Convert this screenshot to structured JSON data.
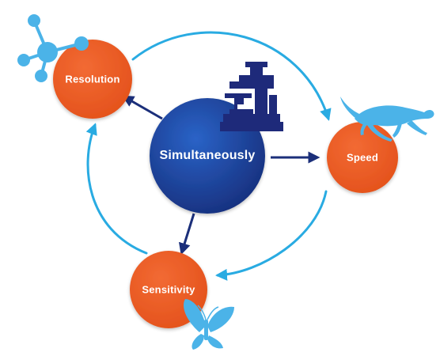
{
  "diagram": {
    "center": {
      "label": "Simultaneously"
    },
    "nodes": {
      "resolution": {
        "label": "Resolution"
      },
      "speed": {
        "label": "Speed"
      },
      "sensitivity": {
        "label": "Sensitivity"
      }
    },
    "icons": {
      "molecule": "molecule-icon",
      "microscope": "microscope-icon",
      "cheetah": "cheetah-icon",
      "butterfly": "butterfly-icon"
    },
    "colors": {
      "node_orange": "#EE5A24",
      "center_blue_light": "#2A63C7",
      "center_blue_dark": "#17307E",
      "cycle_arrow": "#29ABE2",
      "pointer_arrow": "#1B2F7A",
      "icon_light_blue": "#4BB3E8",
      "icon_dark_blue": "#1E2A7A"
    }
  }
}
